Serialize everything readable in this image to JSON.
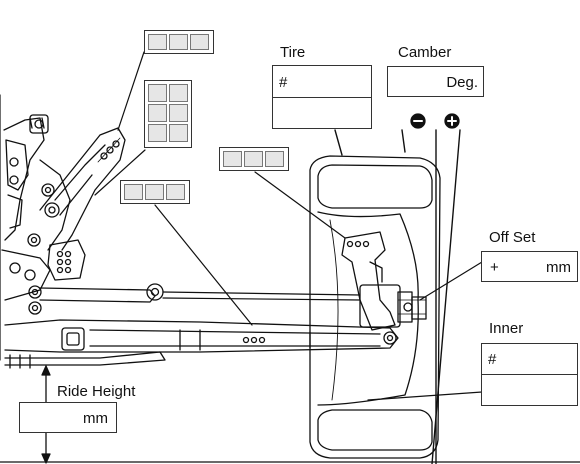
{
  "labels": {
    "tire": "Tire",
    "camber": "Camber",
    "offset": "Off Set",
    "inner": "Inner",
    "ride_height": "Ride Height"
  },
  "fields": {
    "tire_top": "#",
    "tire_bottom": "",
    "camber_value": "Deg.",
    "offset_sign": "+",
    "offset_unit": "mm",
    "inner_top": "#",
    "inner_bottom": "",
    "ride_height_unit": "mm"
  },
  "symbols": {
    "camber_negative": "minus-circle-icon",
    "camber_positive": "plus-circle-icon"
  },
  "shim_groups": {
    "top_upper_count": 3,
    "grid_count": 6,
    "mid_left_count": 3,
    "mid_right_count": 3
  },
  "colors": {
    "line": "#111111",
    "cell_fill": "#e6e6e6",
    "background": "#ffffff"
  }
}
